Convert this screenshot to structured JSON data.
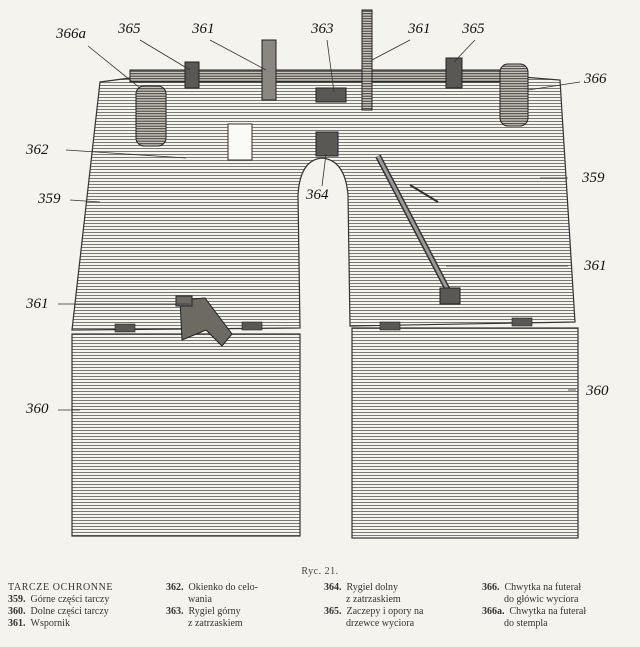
{
  "figure": {
    "callouts": [
      {
        "id": "c-366a",
        "text": "366a"
      },
      {
        "id": "c-365-left",
        "text": "365"
      },
      {
        "id": "c-361-top-left",
        "text": "361"
      },
      {
        "id": "c-363",
        "text": "363"
      },
      {
        "id": "c-361-top-right",
        "text": "361"
      },
      {
        "id": "c-365-right",
        "text": "365"
      },
      {
        "id": "c-366",
        "text": "366"
      },
      {
        "id": "c-362",
        "text": "362"
      },
      {
        "id": "c-359-left",
        "text": "359"
      },
      {
        "id": "c-364",
        "text": "364"
      },
      {
        "id": "c-359-right",
        "text": "359"
      },
      {
        "id": "c-361-mid-right",
        "text": "361"
      },
      {
        "id": "c-361-left",
        "text": "361"
      },
      {
        "id": "c-360-left",
        "text": "360"
      },
      {
        "id": "c-360-right",
        "text": "360"
      }
    ]
  },
  "caption": "Ryc. 21.",
  "legend": {
    "title": "TARCZE OCHRONNE",
    "col1": [
      {
        "num": "359.",
        "text": "Górne części tarczy"
      },
      {
        "num": "360.",
        "text": "Dolne części tarczy"
      },
      {
        "num": "361.",
        "text": "Wspornik"
      }
    ],
    "col2": [
      {
        "num": "362.",
        "text": "Okienko do celo-",
        "cont": "wania"
      },
      {
        "num": "363.",
        "text": "Rygiel górny",
        "cont": "z zatrzaskiem"
      }
    ],
    "col3": [
      {
        "num": "364.",
        "text": "Rygiel dolny",
        "cont": "z zatrzaskiem"
      },
      {
        "num": "365.",
        "text": "Zaczepy i opory na",
        "cont": "drzewce wyciora"
      }
    ],
    "col4": [
      {
        "num": "366.",
        "text": "Chwytka na futerał",
        "cont": "do główic wyciora"
      },
      {
        "num": "366a.",
        "text": "Chwytka na futerał",
        "cont": "do stempla"
      }
    ]
  }
}
